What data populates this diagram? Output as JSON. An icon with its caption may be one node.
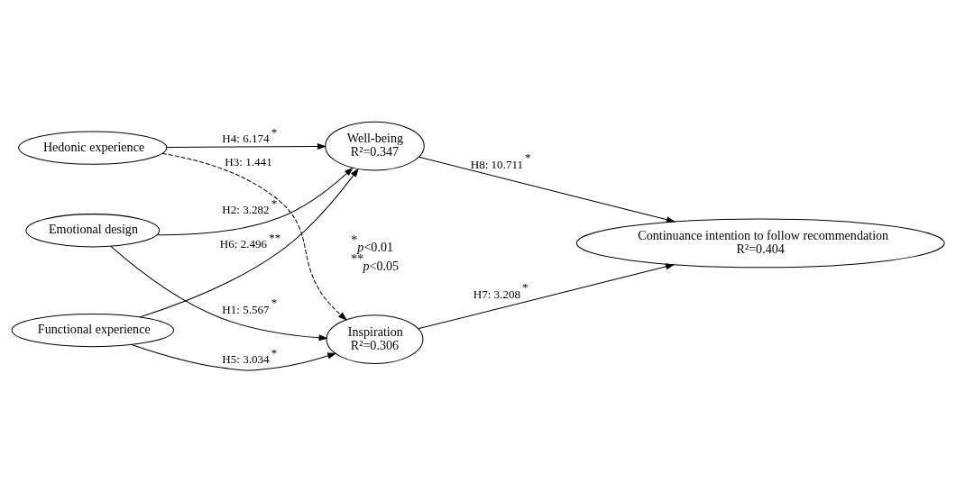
{
  "diagram": {
    "nodes": [
      {
        "text": [
          "Emotional design"
        ]
      },
      {
        "text": [
          "Hedonic experience"
        ]
      },
      {
        "text": [
          "Functional experience"
        ]
      },
      {
        "text": [
          "Inspiration",
          "R²=0.306"
        ]
      },
      {
        "text": [
          "Well-being",
          "R²=0.347"
        ]
      },
      {
        "text": [
          "Continuance intention to follow recommendation",
          "R²=0.404"
        ]
      }
    ],
    "edges": [
      {
        "from": 0,
        "to": 3,
        "arrow": "to",
        "label": "H1: 5.567$^{*}$"
      },
      {
        "from": 0,
        "to": 4,
        "arrow": "to",
        "label": "H2: 3.282$^{*}$"
      },
      {
        "from": 1,
        "to": 3,
        "arrow": "to",
        "label": "H3: 1.441",
        "style": "dashed"
      },
      {
        "from": 1,
        "to": 4,
        "arrow": "to",
        "label": "H4: 6.174$^{*}$"
      },
      {
        "from": 2,
        "to": 3,
        "arrow": "to",
        "label": "H5: 3.034$^{*}$"
      },
      {
        "from": 2,
        "to": 4,
        "arrow": "to",
        "label": "H6: 2.496$^{**}$"
      },
      {
        "from": 3,
        "to": 5,
        "arrow": "to",
        "label": "H7: 3.208$^{*}$"
      },
      {
        "from": 4,
        "to": 5,
        "arrow": "to",
        "label": "H8: 10.711$^{*}$"
      }
    ],
    "labels": [
      "$^{*}$*p*<0.01",
      "$^{**}$*p*<0.05"
    ]
  }
}
